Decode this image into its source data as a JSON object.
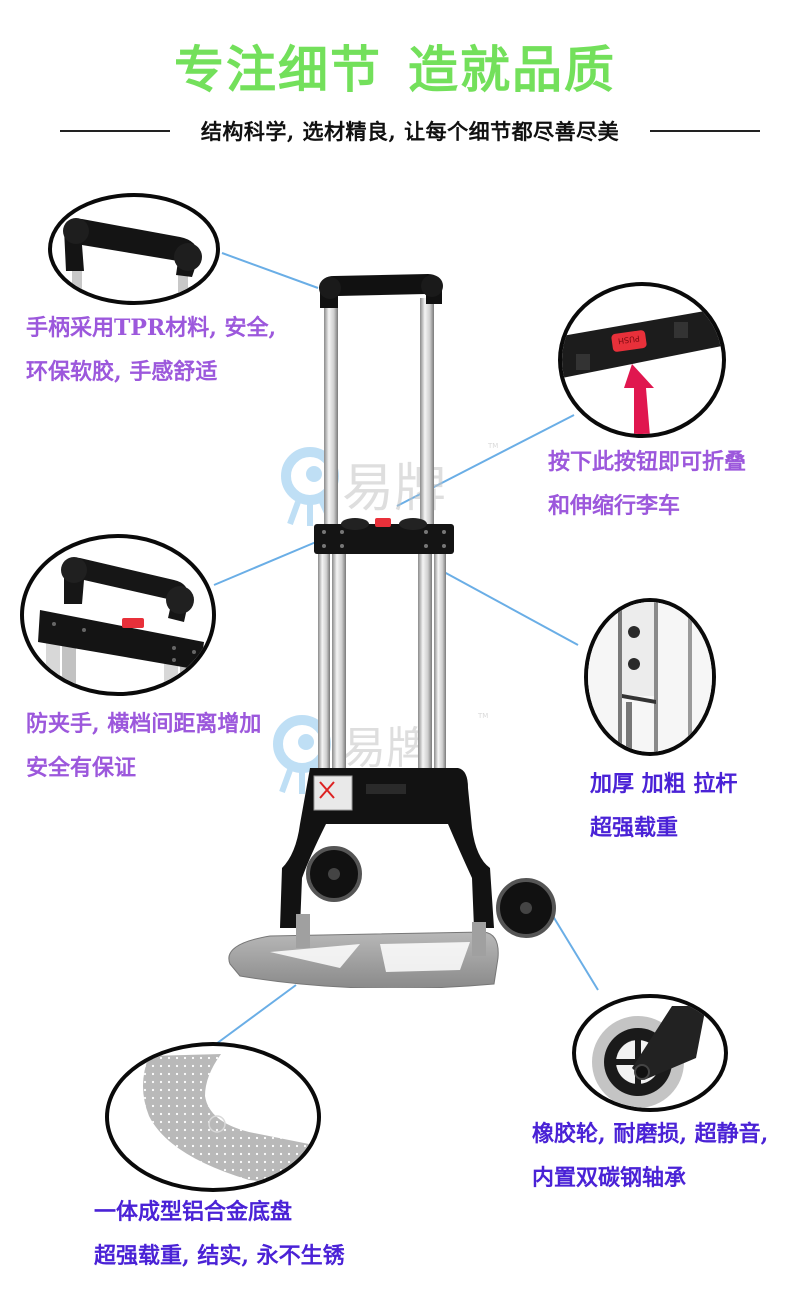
{
  "header": {
    "title_part1": "专注细节",
    "title_part2": "造就品质",
    "subtitle": "结构科学, 选材精良, 让每个细节都尽善尽美"
  },
  "watermark": {
    "brand": "易牌",
    "trademark": "TM"
  },
  "callouts": [
    {
      "id": "handle",
      "lines": [
        "手柄采用TPR材料, 安全,",
        "环保软胶, 手感舒适"
      ],
      "color": "#9c58dc"
    },
    {
      "id": "push-button",
      "lines": [
        "按下此按钮即可折叠",
        "和伸缩行李车"
      ],
      "color": "#9c58dc",
      "button_label": "PUSH"
    },
    {
      "id": "crossbar",
      "lines": [
        "防夹手, 横档间距离增加",
        "安全有保证"
      ],
      "color": "#9c58dc"
    },
    {
      "id": "tube",
      "lines": [
        "加厚 加粗 拉杆",
        "超强载重"
      ],
      "color": "#4a22d6"
    },
    {
      "id": "wheel",
      "lines": [
        "橡胶轮, 耐磨损, 超静音,",
        "内置双碳钢轴承"
      ],
      "color": "#4a22d6"
    },
    {
      "id": "base-plate",
      "lines": [
        "一体成型铝合金底盘",
        "超强载重, 结实, 永不生锈"
      ],
      "color": "#4a22d6"
    }
  ],
  "colors": {
    "title_green": "#73e05b",
    "callout_purple": "#9c58dc",
    "callout_violet": "#4a22d6",
    "connector_blue": "#6aaee6",
    "push_red": "#e8303a",
    "arrow_red": "#e0174f"
  }
}
